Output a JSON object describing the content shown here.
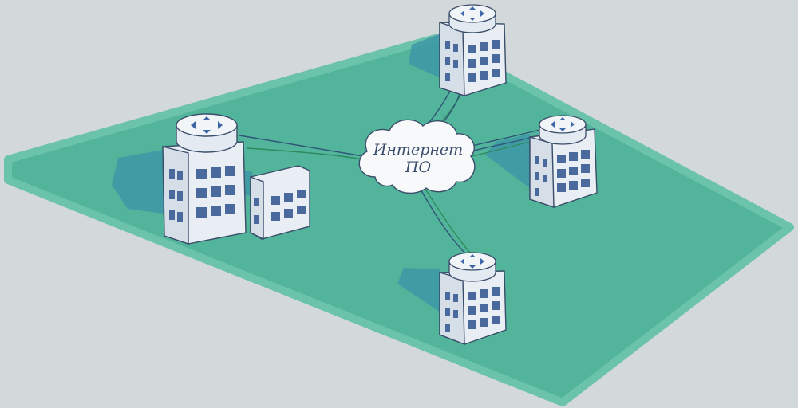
{
  "cloud": {
    "line1": "Интернет",
    "line2": "ПО"
  },
  "nodes": [
    {
      "id": "top",
      "kind": "tower",
      "router": true
    },
    {
      "id": "left",
      "kind": "tower-with-annex",
      "router": true
    },
    {
      "id": "right",
      "kind": "tower",
      "router": true
    },
    {
      "id": "bottom",
      "kind": "tower",
      "router": true
    }
  ],
  "links": [
    "left",
    "top",
    "right",
    "bottom"
  ],
  "colors": {
    "background": "#d3d8db",
    "ground": "#52b49a",
    "ground_edge": "#6bc3ab",
    "shadow": "#3d98a6",
    "building_face": "#e9eef4",
    "building_side": "#d6dee8",
    "window": "#4a6a9e",
    "outline": "#3a4d6a",
    "router_top": "#f2f5f8",
    "router_arrow": "#3f66a6",
    "link_primary": "#2f5578",
    "link_secondary": "#2e8a5e",
    "cloud_fill": "#f7f9fb"
  }
}
